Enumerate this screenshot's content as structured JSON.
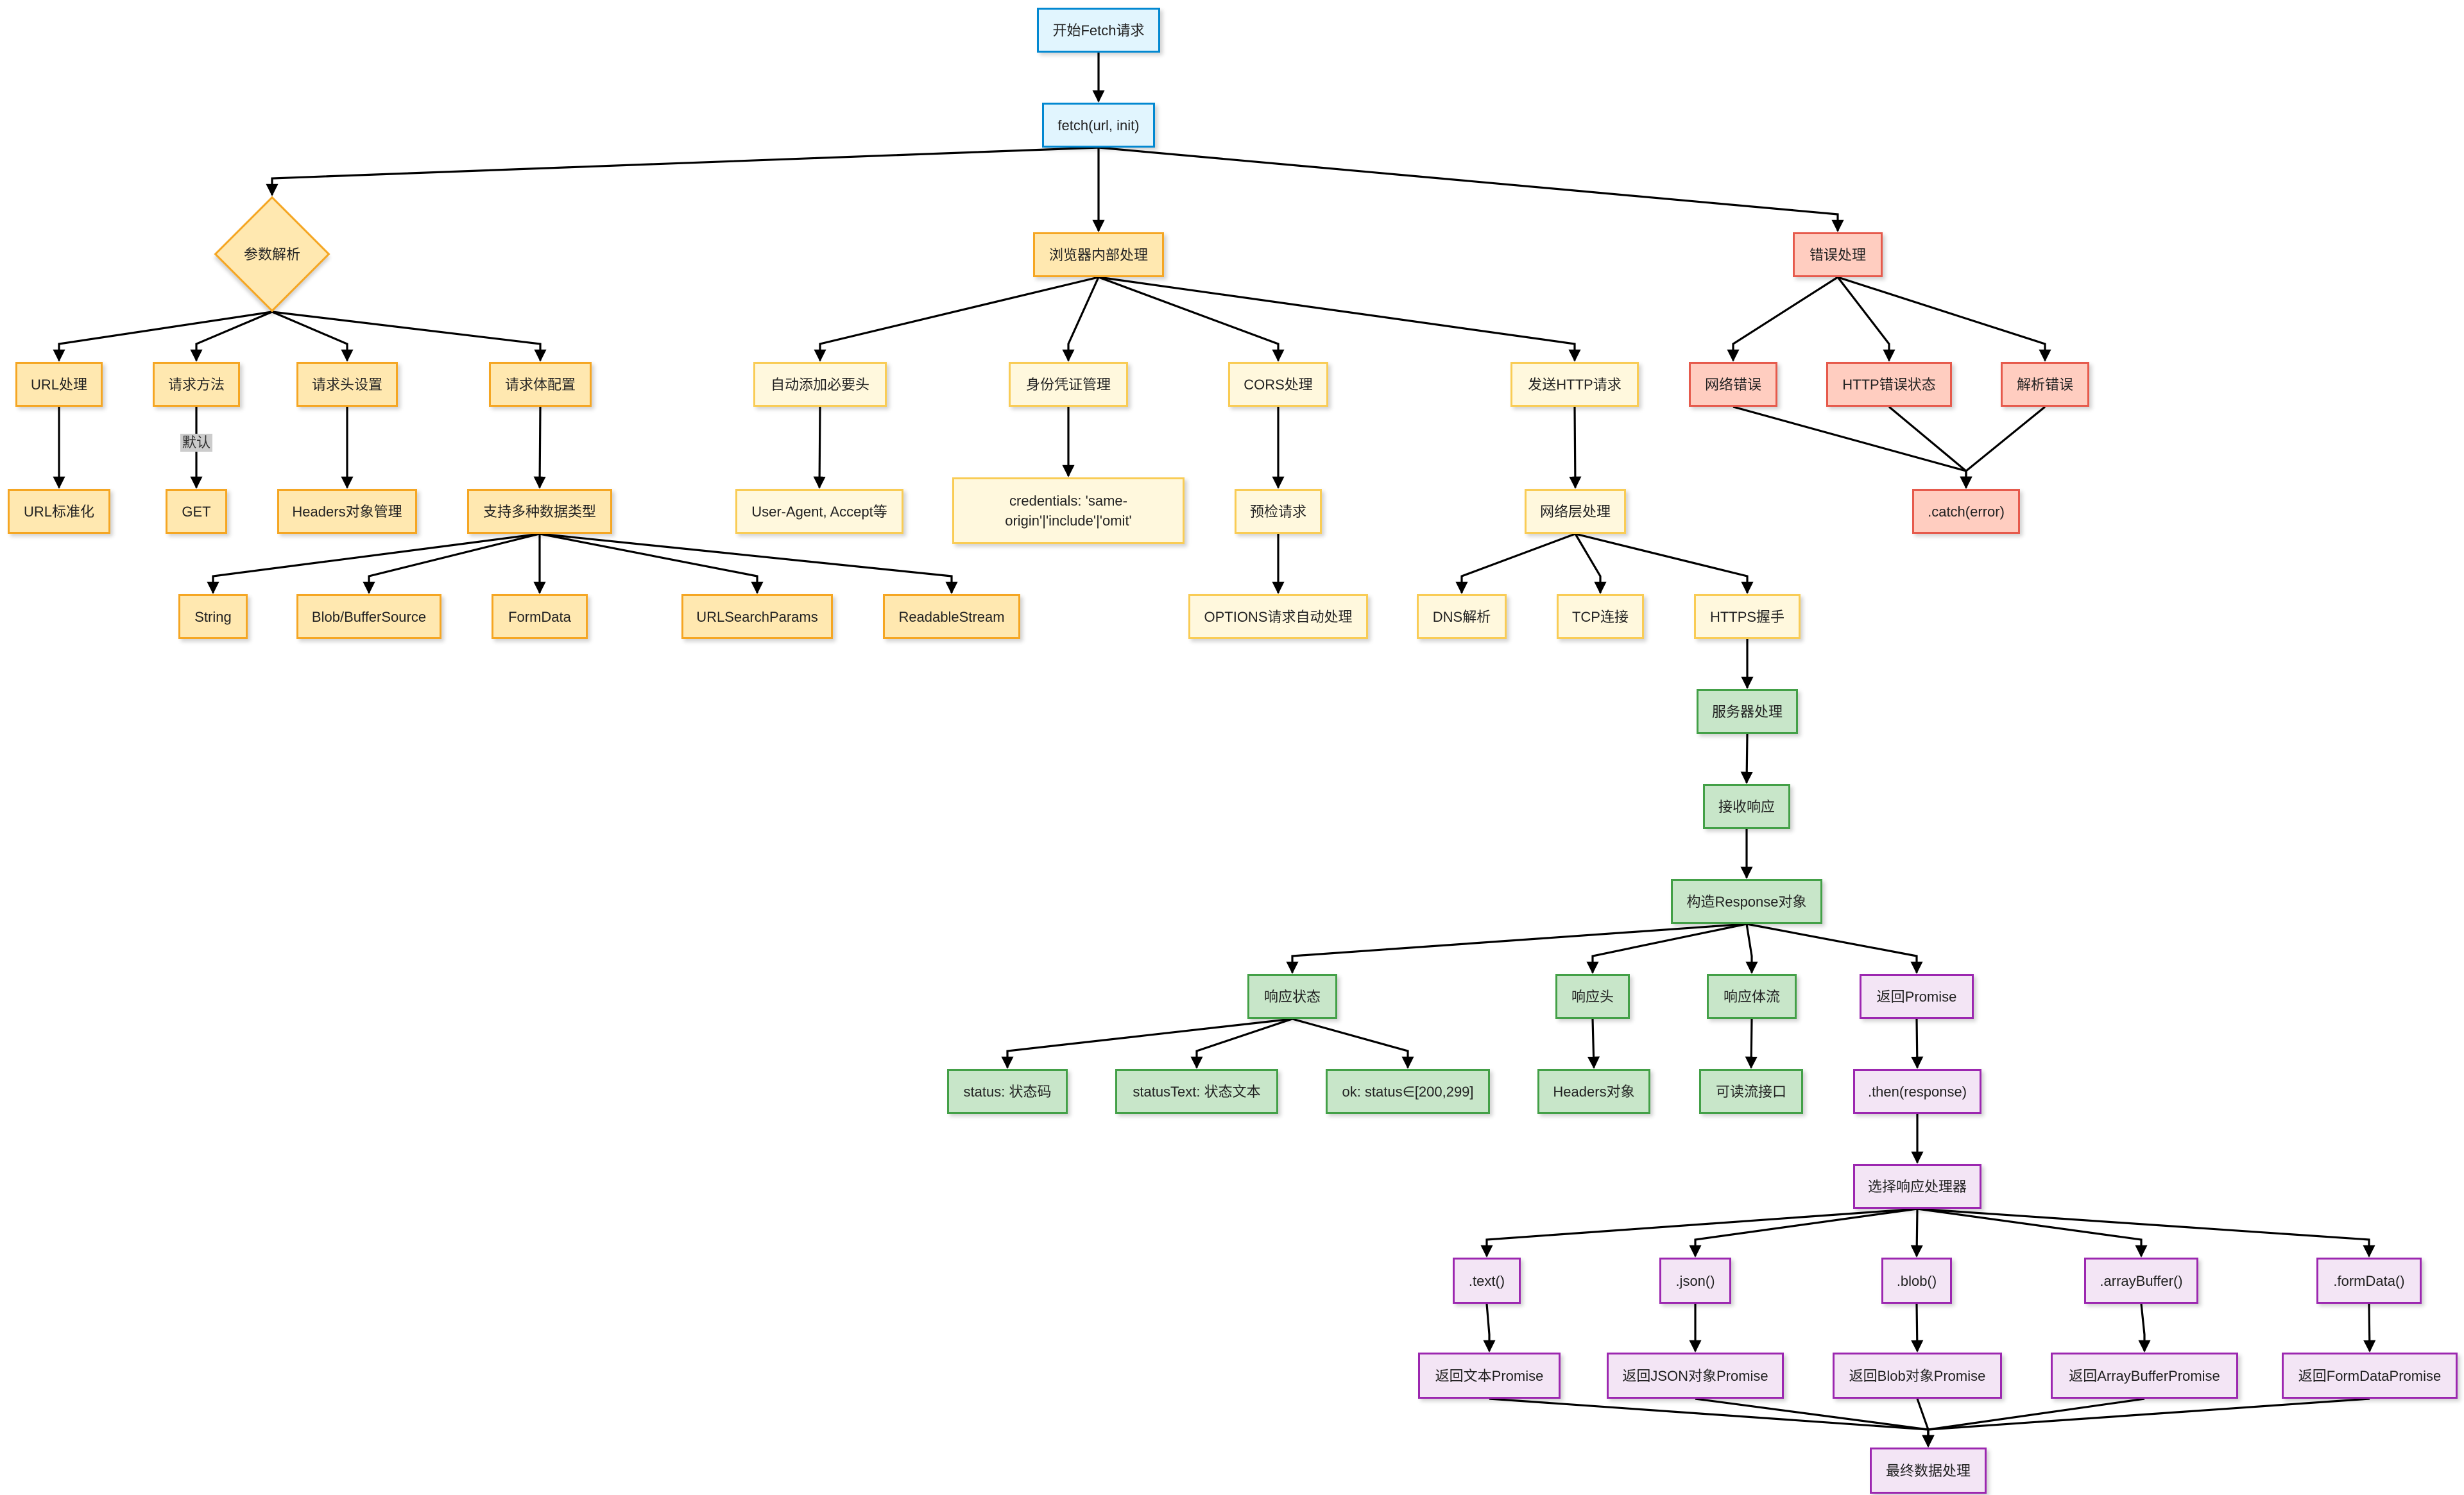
{
  "colors": {
    "start": {
      "fill": "#e1f5fe",
      "stroke": "#0288d1"
    },
    "params": {
      "fill": "#ffe8b0",
      "stroke": "#f5a623"
    },
    "browser": {
      "fill": "#fff8dd",
      "stroke": "#f9cc55"
    },
    "error": {
      "fill": "#ffcdc0",
      "stroke": "#e65a4c"
    },
    "response": {
      "fill": "#c8e6c9",
      "stroke": "#43a047"
    },
    "handler": {
      "fill": "#f3e5f5",
      "stroke": "#9c27b0"
    },
    "edge": "#000000",
    "edge_label_bg": "#cccccc"
  },
  "nodes": {
    "start": "开始Fetch请求",
    "fetch": "fetch(url, init)",
    "param_parse": "参数解析",
    "browser_internal": "浏览器内部处理",
    "error_handle": "错误处理",
    "url_handle": "URL处理",
    "method": "请求方法",
    "headers_setup": "请求头设置",
    "body_config": "请求体配置",
    "url_normalize": "URL标准化",
    "get": "GET",
    "headers_obj": "Headers对象管理",
    "data_types": "支持多种数据类型",
    "string": "String",
    "blob_buffer": "Blob/BufferSource",
    "formdata": "FormData",
    "urlsearchparams": "URLSearchParams",
    "readablestream": "ReadableStream",
    "auto_headers": "自动添加必要头",
    "credentials_mgmt": "身份凭证管理",
    "cors": "CORS处理",
    "send_http": "发送HTTP请求",
    "user_agent": "User-Agent, Accept等",
    "credentials_opts": "credentials: 'same-origin'|'include'|'omit'",
    "preflight": "预检请求",
    "network_layer": "网络层处理",
    "options_auto": "OPTIONS请求自动处理",
    "dns": "DNS解析",
    "tcp": "TCP连接",
    "https": "HTTPS握手",
    "server": "服务器处理",
    "receive": "接收响应",
    "construct_response": "构造Response对象",
    "network_error": "网络错误",
    "http_error": "HTTP错误状态",
    "parse_error": "解析错误",
    "catch": ".catch(error)",
    "resp_status": "响应状态",
    "resp_headers": "响应头",
    "resp_body": "响应体流",
    "return_promise": "返回Promise",
    "status_code": "status: 状态码",
    "status_text": "statusText: 状态文本",
    "ok": "ok: status∈[200,299]",
    "headers_object": "Headers对象",
    "readable_iface": "可读流接口",
    "then": ".then(response)",
    "choose_handler": "选择响应处理器",
    "text": ".text()",
    "json": ".json()",
    "blob": ".blob()",
    "arraybuffer": ".arrayBuffer()",
    "formdata_m": ".formData()",
    "ret_text": "返回文本Promise",
    "ret_json": "返回JSON对象Promise",
    "ret_blob": "返回Blob对象Promise",
    "ret_arraybuffer": "返回ArrayBufferPromise",
    "ret_formdata": "返回FormDataPromise",
    "final": "最终数据处理"
  },
  "edge_labels": {
    "method_default": "默认"
  },
  "edges": [
    [
      "start",
      "fetch"
    ],
    [
      "fetch",
      "param_parse"
    ],
    [
      "fetch",
      "browser_internal"
    ],
    [
      "fetch",
      "error_handle"
    ],
    [
      "param_parse",
      "url_handle"
    ],
    [
      "param_parse",
      "method"
    ],
    [
      "param_parse",
      "headers_setup"
    ],
    [
      "param_parse",
      "body_config"
    ],
    [
      "url_handle",
      "url_normalize"
    ],
    [
      "method",
      "get"
    ],
    [
      "headers_setup",
      "headers_obj"
    ],
    [
      "body_config",
      "data_types"
    ],
    [
      "data_types",
      "string"
    ],
    [
      "data_types",
      "blob_buffer"
    ],
    [
      "data_types",
      "formdata"
    ],
    [
      "data_types",
      "urlsearchparams"
    ],
    [
      "data_types",
      "readablestream"
    ],
    [
      "browser_internal",
      "auto_headers"
    ],
    [
      "browser_internal",
      "credentials_mgmt"
    ],
    [
      "browser_internal",
      "cors"
    ],
    [
      "browser_internal",
      "send_http"
    ],
    [
      "auto_headers",
      "user_agent"
    ],
    [
      "credentials_mgmt",
      "credentials_opts"
    ],
    [
      "cors",
      "preflight"
    ],
    [
      "preflight",
      "options_auto"
    ],
    [
      "send_http",
      "network_layer"
    ],
    [
      "network_layer",
      "dns"
    ],
    [
      "network_layer",
      "tcp"
    ],
    [
      "network_layer",
      "https"
    ],
    [
      "https",
      "server"
    ],
    [
      "server",
      "receive"
    ],
    [
      "receive",
      "construct_response"
    ],
    [
      "error_handle",
      "network_error"
    ],
    [
      "error_handle",
      "http_error"
    ],
    [
      "error_handle",
      "parse_error"
    ],
    [
      "network_error",
      "catch"
    ],
    [
      "http_error",
      "catch"
    ],
    [
      "parse_error",
      "catch"
    ],
    [
      "construct_response",
      "resp_status"
    ],
    [
      "construct_response",
      "resp_headers"
    ],
    [
      "construct_response",
      "resp_body"
    ],
    [
      "construct_response",
      "return_promise"
    ],
    [
      "resp_status",
      "status_code"
    ],
    [
      "resp_status",
      "status_text"
    ],
    [
      "resp_status",
      "ok"
    ],
    [
      "resp_headers",
      "headers_object"
    ],
    [
      "resp_body",
      "readable_iface"
    ],
    [
      "return_promise",
      "then"
    ],
    [
      "then",
      "choose_handler"
    ],
    [
      "choose_handler",
      "text"
    ],
    [
      "choose_handler",
      "json"
    ],
    [
      "choose_handler",
      "blob"
    ],
    [
      "choose_handler",
      "arraybuffer"
    ],
    [
      "choose_handler",
      "formdata_m"
    ],
    [
      "text",
      "ret_text"
    ],
    [
      "json",
      "ret_json"
    ],
    [
      "blob",
      "ret_blob"
    ],
    [
      "arraybuffer",
      "ret_arraybuffer"
    ],
    [
      "formdata_m",
      "ret_formdata"
    ],
    [
      "ret_text",
      "final"
    ],
    [
      "ret_json",
      "final"
    ],
    [
      "ret_blob",
      "final"
    ],
    [
      "ret_arraybuffer",
      "final"
    ],
    [
      "ret_formdata",
      "final"
    ]
  ]
}
